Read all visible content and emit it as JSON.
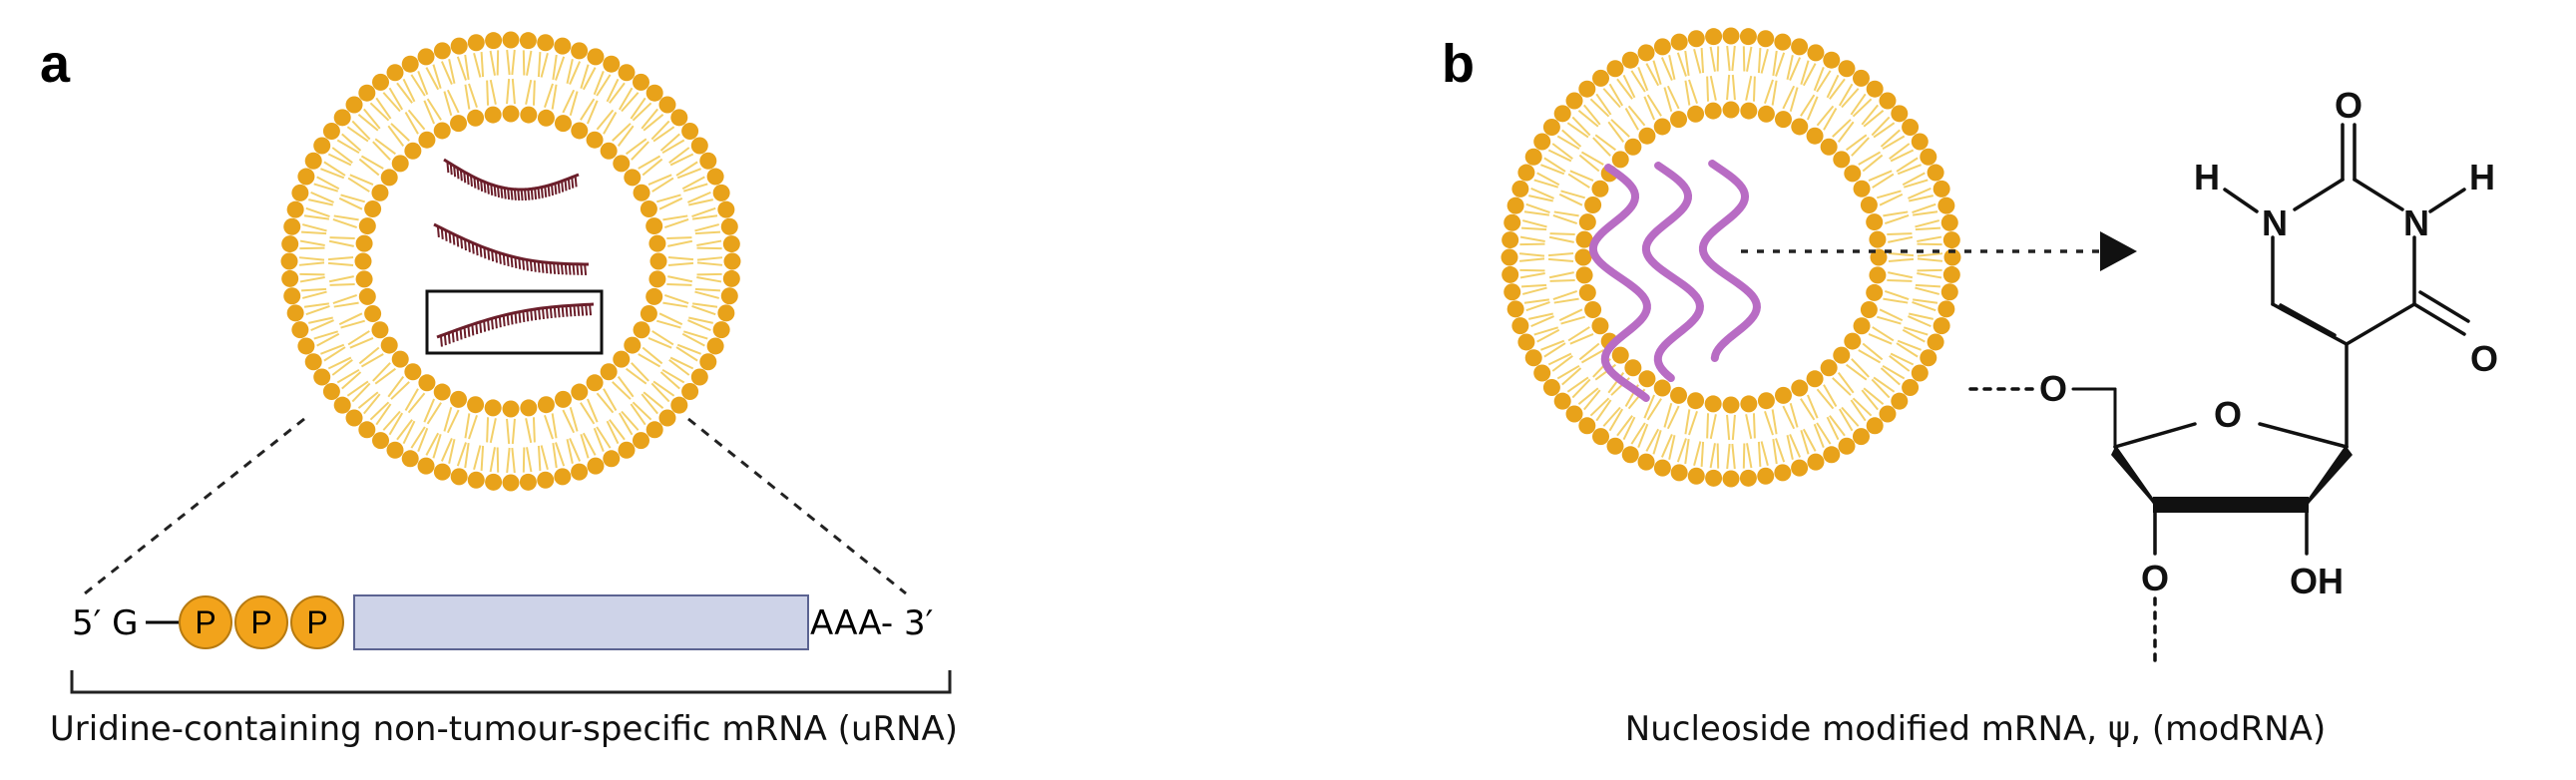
{
  "panel_a": {
    "letter": "a",
    "five_prime": "5′ G",
    "phosphates": [
      "P",
      "P",
      "P"
    ],
    "three_prime": "AAA- 3′",
    "caption": "Uridine-containing non-tumour-specific mRNA (uRNA)"
  },
  "panel_b": {
    "letter": "b",
    "caption": "Nucleoside modified mRNA, ψ, (modRNA)",
    "atoms": {
      "o_top": "O",
      "h_left": "H",
      "n_left": "N",
      "n_right": "N",
      "h_right": "H",
      "o_right": "O",
      "o_ring": "O",
      "o_link": "O",
      "o_bottom": "O",
      "oh": "OH"
    }
  },
  "colors": {
    "lipid_head": "#E8A21A",
    "lipid_tail": "#F3D06A",
    "mrna_a": "#6B1E2A",
    "mrna_b": "#B86CC4",
    "phosphate": "#F2A31B",
    "coding_box": "#CED3E8",
    "coding_box_border": "#5B6391"
  }
}
